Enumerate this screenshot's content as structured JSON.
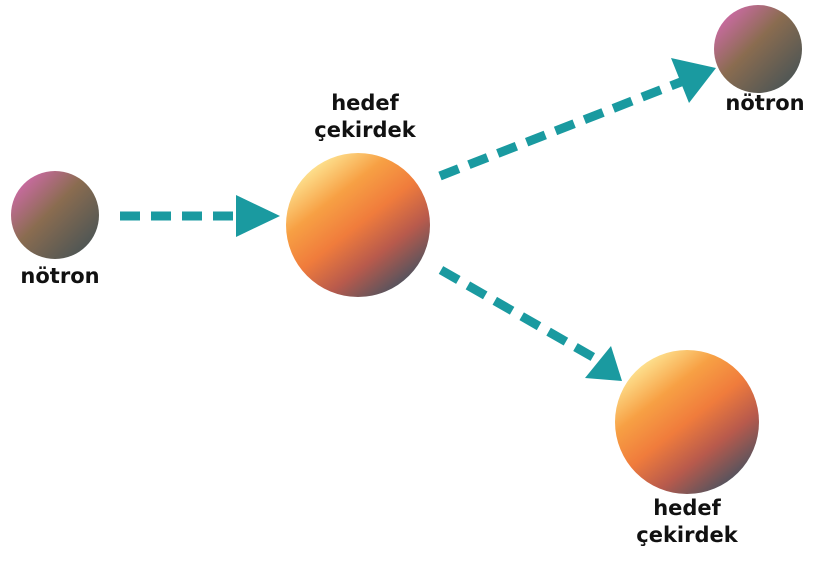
{
  "diagram": {
    "labels": {
      "neutron_in": "nötron",
      "target_top_line1": "hedef",
      "target_top_line2": "çekirdek",
      "neutron_out": "nötron",
      "target_bottom_line1": "hedef",
      "target_bottom_line2": "çekirdek"
    },
    "colors": {
      "arrow": "#1a9aa0",
      "neutron_gradient": [
        "#d86ab4",
        "#8a6c50",
        "#3c4f56"
      ],
      "nucleus_gradient": [
        "#fff0a0",
        "#f7a044",
        "#f07c3c",
        "#b85a4c",
        "#3e5262"
      ]
    },
    "icons": {
      "neutron": "neutron-sphere-icon",
      "nucleus": "nucleus-sphere-icon",
      "arrow": "dashed-arrow-icon"
    }
  }
}
